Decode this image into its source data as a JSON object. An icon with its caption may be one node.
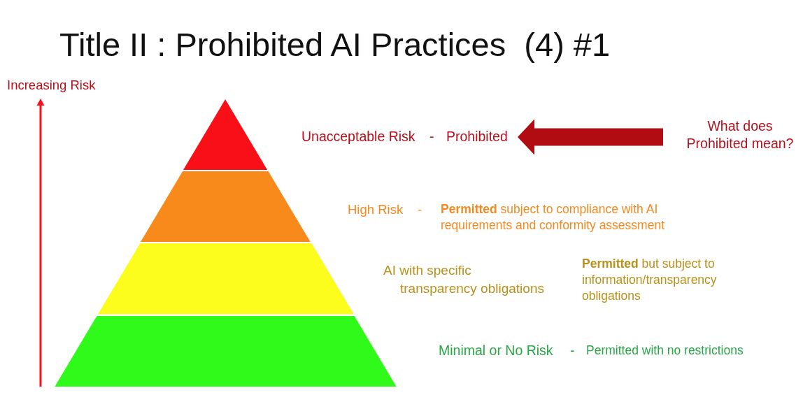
{
  "diagram": {
    "title": "Title II : Prohibited AI Practices  (4) #1",
    "nodes": [
      {
        "text": [],
        "shape": "triangle"
      },
      {
        "text": [],
        "shape": "trapezoid",
        "beside": [
          "High Risk",
          "-",
          "**Permitted** subject to compliance with AI requirements and conformity assessment"
        ]
      },
      {
        "text": [],
        "shape": "trapezoid",
        "beside": [
          "AI with specific transparency obligations",
          "**Permitted** but subject to information/transparency obligations"
        ]
      },
      {
        "text": [],
        "shape": "trapezoid",
        "beside": [
          "Minimal or No Risk",
          "-",
          "Permitted with no restrictions"
        ]
      },
      {
        "text": [
          "Unacceptable Risk",
          "-",
          "Prohibited"
        ]
      },
      {
        "text": [
          "What does Prohibited mean?"
        ]
      }
    ],
    "edges": [
      {
        "from": 5,
        "to": 4,
        "arrow": "to",
        "color": "#b00c12"
      }
    ],
    "labels": [
      "Increasing Risk"
    ]
  }
}
